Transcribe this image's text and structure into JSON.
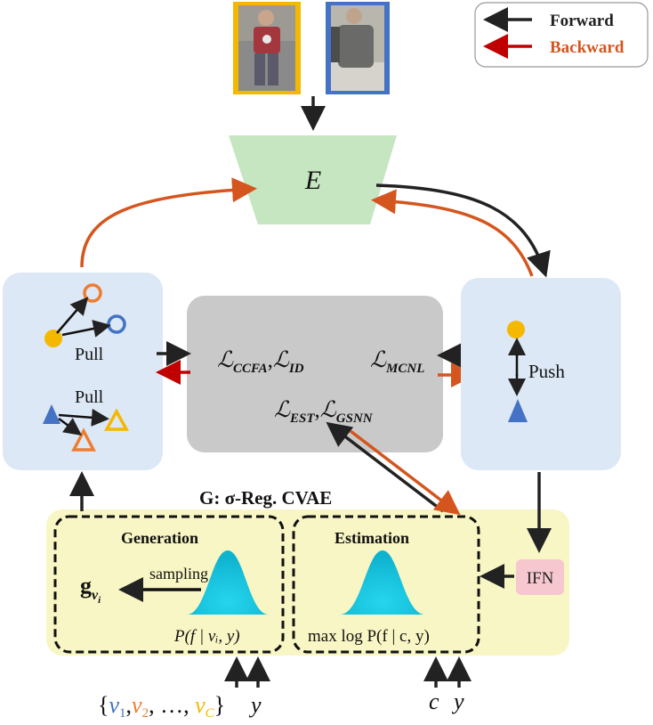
{
  "legend": {
    "forward_label": "Forward",
    "backward_label": "Backward",
    "forward_color": "#222222",
    "backward_color": "#c0392b"
  },
  "encoder": {
    "label": "E",
    "color": "#c6e5c1"
  },
  "pull_panel": {
    "pull_top_label": "Pull",
    "pull_bottom_label": "Pull",
    "color": "#dce8f5"
  },
  "push_panel": {
    "push_label": "Push",
    "color": "#dce8f5"
  },
  "loss_panel": {
    "color": "#c9c9c9",
    "l_ccfa_sub": "CCFA",
    "l_id_sub": "ID",
    "l_mcnl_sub": "MCNL",
    "l_est_sub": "EST",
    "l_gsnn_sub": "GSNN",
    "script_l": "ℒ",
    "comma": ","
  },
  "cvae": {
    "title": "G: σ-Reg. CVAE",
    "color": "#f8f6c4",
    "generation_title": "Generation",
    "estimation_title": "Estimation",
    "sampling_label": "sampling",
    "g_main": "g",
    "g_sub": "v",
    "g_subsub": "i",
    "gen_formula": "P(f | vᵢ, y)",
    "est_formula": "max log P(f | c, y)"
  },
  "ifn": {
    "label": "IFN",
    "color": "#f7c7cf"
  },
  "inputs": {
    "set_open": "{",
    "v1": "v",
    "v1_sub": "1",
    "v2": "v",
    "v2_sub": "2",
    "ellipsis": ", …, ",
    "vc": "v",
    "vc_sub": "C",
    "set_close": "}",
    "y_gen": "y",
    "c_est": "c",
    "y_est": "y"
  },
  "colors": {
    "image_border_yellow": "#f5b800",
    "image_border_blue": "#4472c4",
    "circle_fill": "#f5b800",
    "ring_orange": "#ed7d31",
    "ring_blue": "#4472c4",
    "triangle_blue": "#4472c4",
    "triangle_yellow": "#f5b800",
    "triangle_orange": "#ed7d31",
    "curve_orange": "#d4561e",
    "gauss_cyan": "#17c6e0",
    "v1_color": "#4472c4",
    "v2_color": "#ed7d31",
    "vc_color": "#f5b800"
  }
}
